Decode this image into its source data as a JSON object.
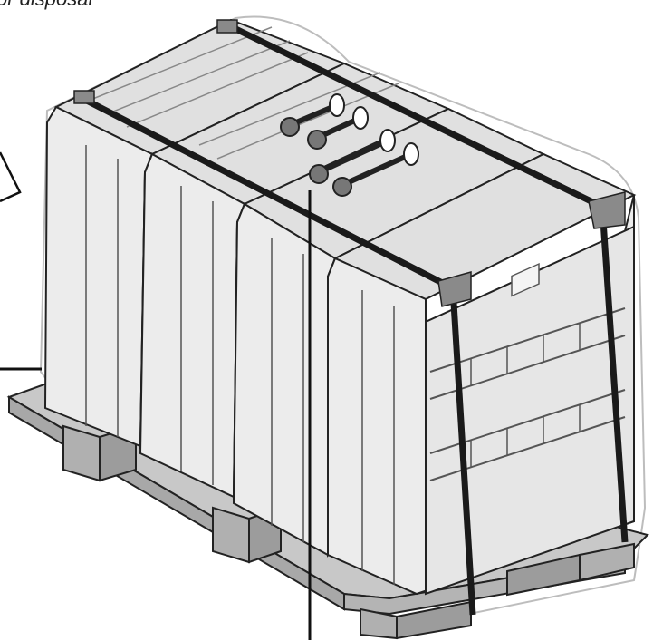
{
  "caption": "or disposal",
  "colors": {
    "wrap": "#d8d8d8",
    "pallet_top": "#c8c8c8",
    "pallet_side": "#a8a8a8",
    "body": "#ececec",
    "body_top": "#e0e0e0",
    "outline": "#222222",
    "strap": "#1a1a1a",
    "strap_clip": "#8a8a8a"
  },
  "icons": {
    "leader": "leader-line",
    "hardware": "bolt-and-washer"
  }
}
